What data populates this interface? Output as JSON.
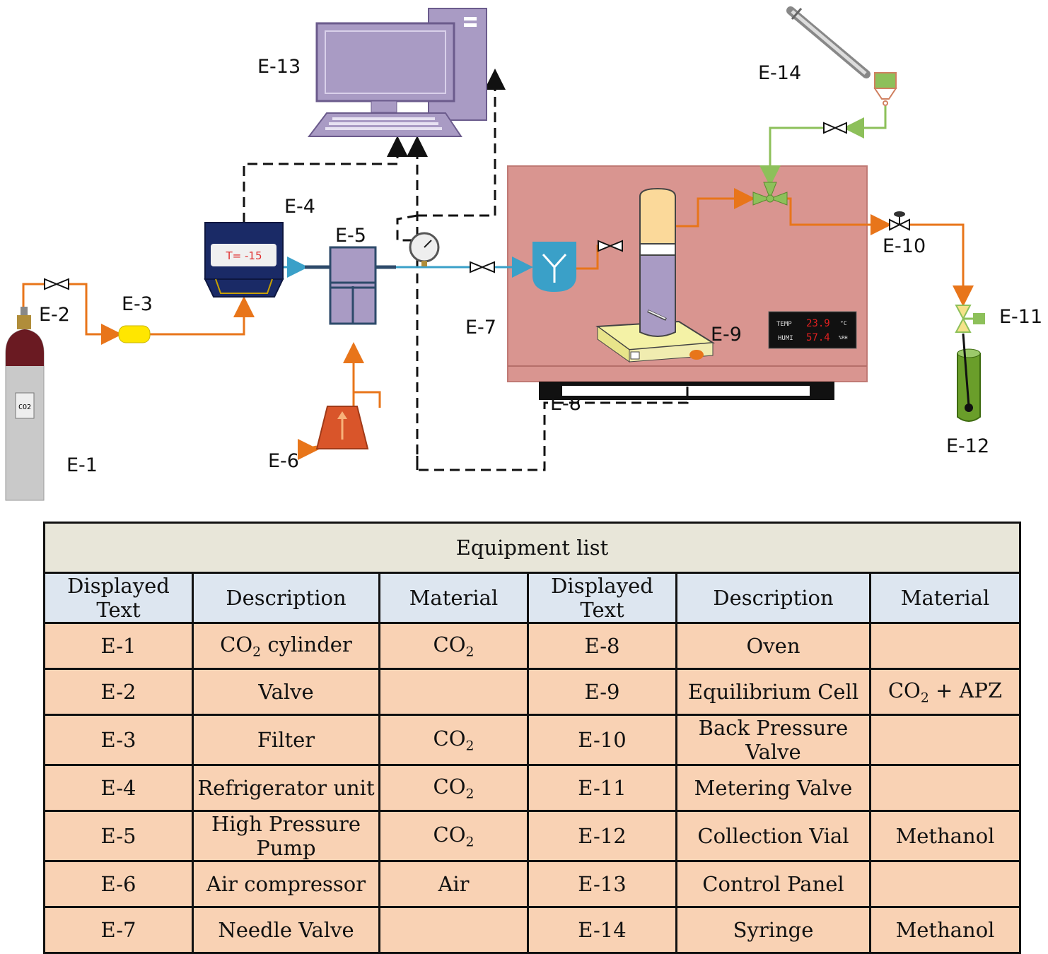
{
  "diagram": {
    "labels": {
      "e1": "E-1",
      "e2": "E-2",
      "e3": "E-3",
      "e4": "E-4",
      "e5": "E-5",
      "e6": "E-6",
      "e7": "E-7",
      "e8": "E-8",
      "e9": "E-9",
      "e10": "E-10",
      "e11": "E-11",
      "e12": "E-12",
      "e13": "E-13",
      "e14": "E-14"
    },
    "refrigerator_display": "T= -15",
    "cylinder_label": "CO2",
    "thermo_display": {
      "temp_label": "TEMP",
      "temp_value": "23.9",
      "temp_unit": "°C",
      "humi_label": "HUMI",
      "humi_value": "57.4",
      "humi_unit": "%RH"
    },
    "colors": {
      "co2_line": "#e8751a",
      "liquid_line": "#3aa0c8",
      "methanol_line": "#8dc05a",
      "oven": "#d99590",
      "computer": "#a99bc4",
      "signal_line": "#111111"
    }
  },
  "table": {
    "title": "Equipment list",
    "headers": [
      "Displayed Text",
      "Description",
      "Material",
      "Displayed Text",
      "Description",
      "Material"
    ],
    "rows": [
      {
        "id_l": "E-1",
        "desc_l": "CO2 cylinder",
        "mat_l": "CO2",
        "id_r": "E-8",
        "desc_r": "Oven",
        "mat_r": ""
      },
      {
        "id_l": "E-2",
        "desc_l": "Valve",
        "mat_l": "",
        "id_r": "E-9",
        "desc_r": "Equilibrium Cell",
        "mat_r": "CO2 + APZ"
      },
      {
        "id_l": "E-3",
        "desc_l": "Filter",
        "mat_l": "CO2",
        "id_r": "E-10",
        "desc_r": "Back Pressure Valve",
        "mat_r": ""
      },
      {
        "id_l": "E-4",
        "desc_l": "Refrigerator unit",
        "mat_l": "CO2",
        "id_r": "E-11",
        "desc_r": "Metering Valve",
        "mat_r": ""
      },
      {
        "id_l": "E-5",
        "desc_l": "High Pressure Pump",
        "mat_l": "CO2",
        "id_r": "E-12",
        "desc_r": "Collection Vial",
        "mat_r": "Methanol"
      },
      {
        "id_l": "E-6",
        "desc_l": "Air compressor",
        "mat_l": "Air",
        "id_r": "E-13",
        "desc_r": "Control Panel",
        "mat_r": ""
      },
      {
        "id_l": "E-7",
        "desc_l": "Needle Valve",
        "mat_l": "",
        "id_r": "E-14",
        "desc_r": "Syringe",
        "mat_r": "Methanol"
      }
    ]
  }
}
